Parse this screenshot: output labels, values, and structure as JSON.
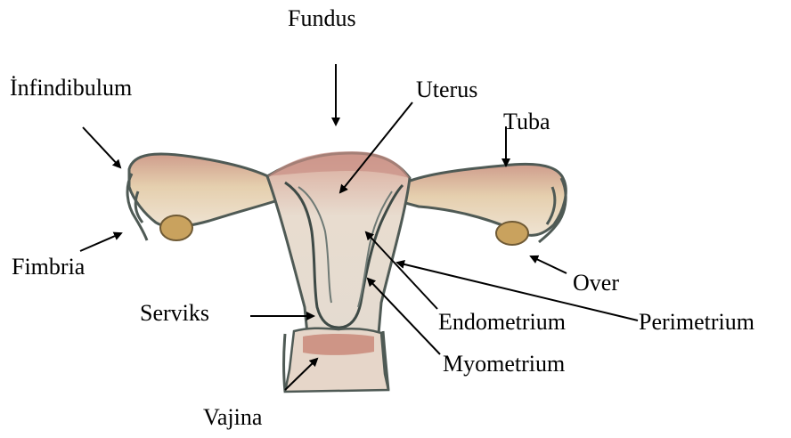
{
  "labels": {
    "fundus": "Fundus",
    "infundibulum": "İnfindibulum",
    "uterus": "Uterus",
    "tuba": "Tuba",
    "fimbria": "Fimbria",
    "over": "Over",
    "serviks": "Serviks",
    "endometrium": "Endometrium",
    "perimetrium": "Perimetrium",
    "myometrium": "Myometrium",
    "vajina": "Vajina"
  },
  "colors": {
    "tissue_light": "#e9dccb",
    "tissue_pink": "#d9a99a",
    "tube_tan": "#d8b98e",
    "outline": "#4f5a55",
    "ovary": "#c9a25e",
    "arrow": "#000000"
  }
}
